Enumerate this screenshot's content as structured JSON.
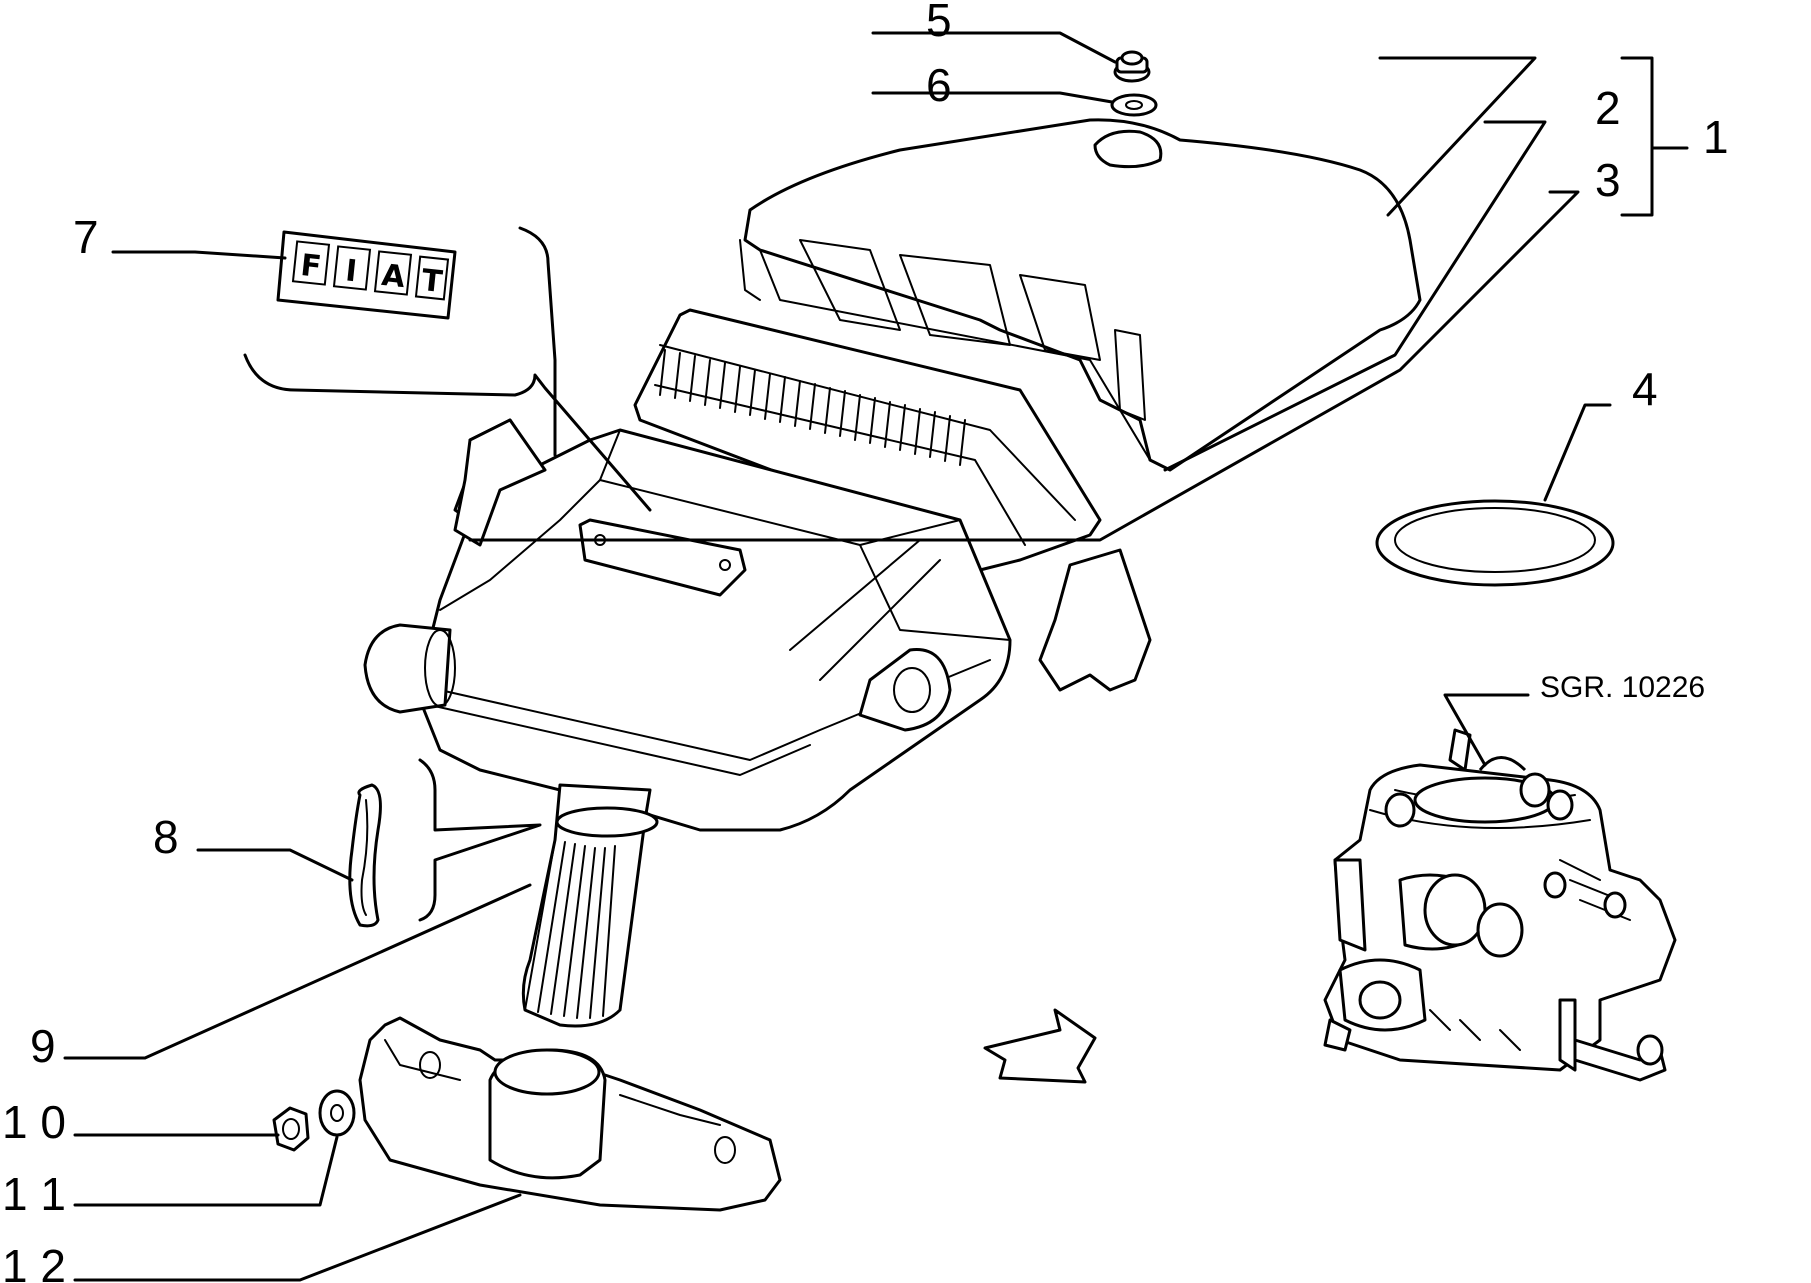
{
  "callouts": {
    "c1": "1",
    "c2": "2",
    "c3": "3",
    "c4": "4",
    "c5": "5",
    "c6": "6",
    "c7": "7",
    "c8": "8",
    "c9": "9",
    "c10": "1 0",
    "c11": "1 1",
    "c12": "1 2"
  },
  "reference": "SGR. 10226",
  "logo_letters": [
    "F",
    "I",
    "A",
    "T"
  ]
}
